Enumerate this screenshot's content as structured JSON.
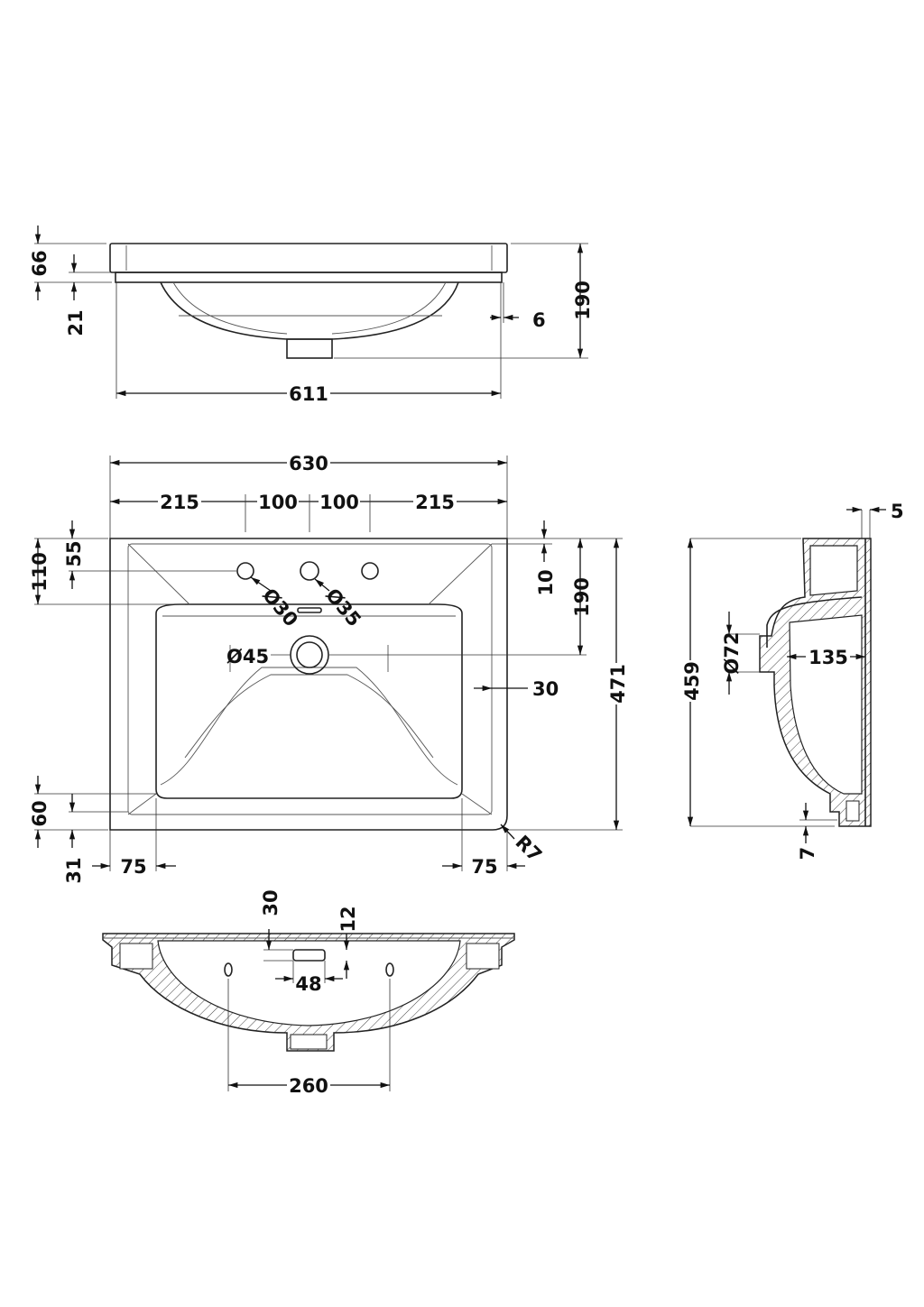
{
  "front_view": {
    "d_66": "66",
    "d_21": "21",
    "d_6": "6",
    "d_190": "190",
    "d_611": "611"
  },
  "plan_view": {
    "d_630": "630",
    "d_215_left": "215",
    "d_100_left": "100",
    "d_100_right": "100",
    "d_215_right": "215",
    "d_55": "55",
    "d_110": "110",
    "d_10": "10",
    "d_190": "190",
    "d_tap_hole": "Ø30",
    "d_overflow": "Ø35",
    "d_waste": "Ø45",
    "d_30": "30",
    "d_471": "471",
    "d_60": "60",
    "d_31": "31",
    "d_75_left": "75",
    "d_75_right": "75",
    "d_radius": "R7"
  },
  "side_section": {
    "d_5": "5",
    "d_72": "Ø72",
    "d_135": "135",
    "d_459": "459",
    "d_7": "7"
  },
  "bottom_section": {
    "d_30": "30",
    "d_12": "12",
    "d_48": "48",
    "d_260": "260"
  },
  "colors": {
    "line": "#222222",
    "background": "#ffffff"
  }
}
